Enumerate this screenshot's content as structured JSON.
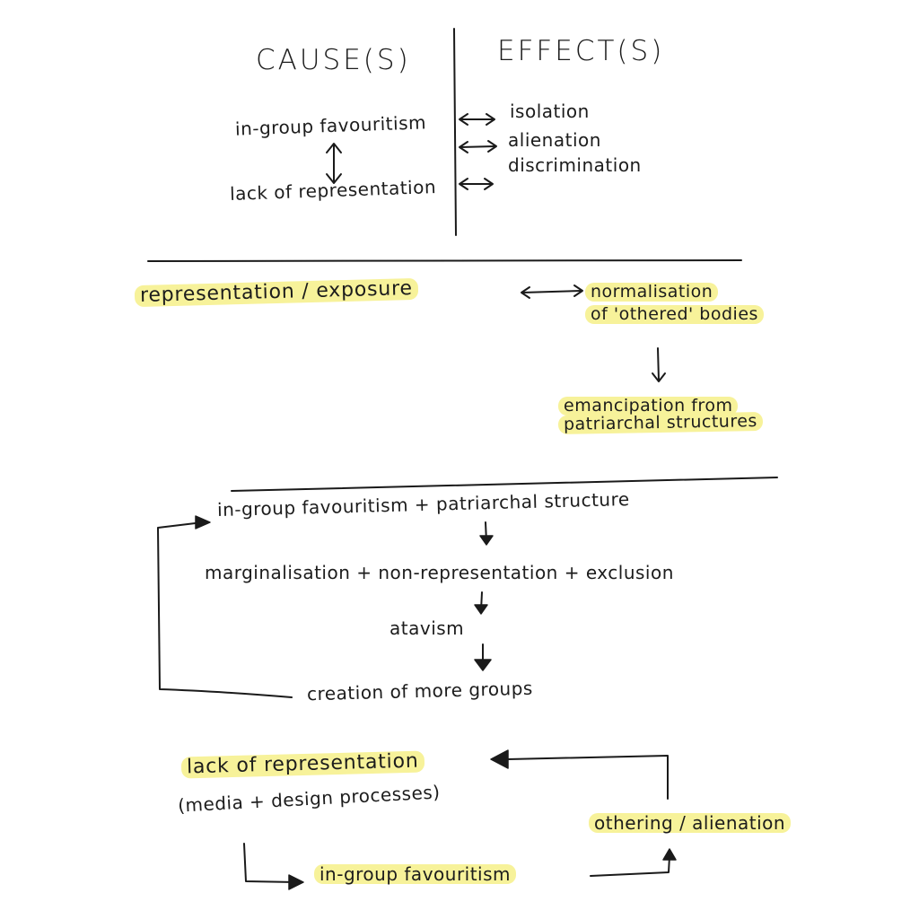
{
  "section1": {
    "cause_heading": "CAUSE(S)",
    "effect_heading": "EFFECT(S)",
    "causes": [
      "in-group favouritism",
      "lack of representation"
    ],
    "effects": [
      "isolation",
      "alienation",
      "discrimination"
    ]
  },
  "section2": {
    "left": "representation / exposure",
    "right_line1": "normalisation",
    "right_line2": "of 'othered' bodies",
    "result_line1": "emancipation from",
    "result_line2": "patriarchal structures"
  },
  "section3": {
    "top": "in-group favouritism + patriarchal structure",
    "middle": "marginalisation + non-representation + exclusion",
    "atavism": "atavism",
    "bottom": "creation of more groups"
  },
  "section4": {
    "lack": "lack of representation",
    "lack_note": "(media + design processes)",
    "othering": "othering / alienation",
    "favouritism": "in-group favouritism"
  },
  "colors": {
    "highlight": "#f7f29a",
    "ink": "#1a1a1a"
  }
}
